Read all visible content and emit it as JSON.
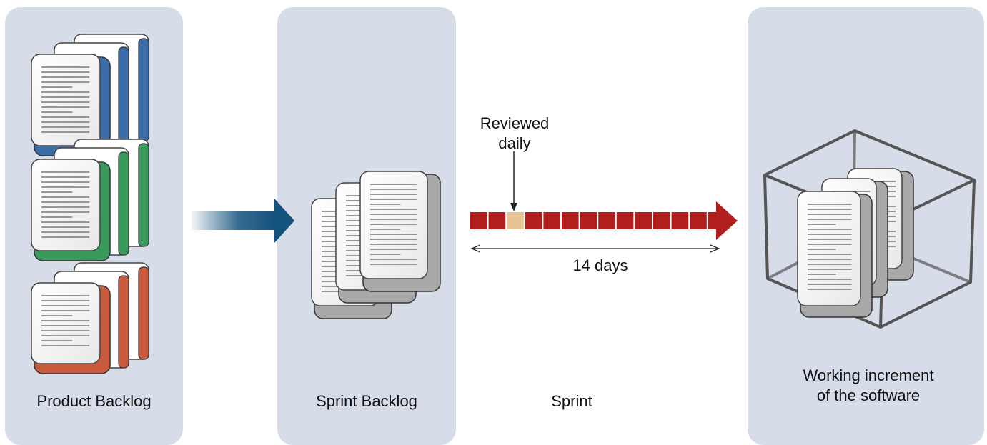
{
  "labels": {
    "product_backlog": "Product Backlog",
    "sprint_backlog": "Sprint Backlog",
    "sprint": "Sprint",
    "reviewed_line1": "Reviewed",
    "reviewed_line2": "daily",
    "duration": "14 days",
    "increment_line1": "Working increment",
    "increment_line2": "of the software"
  },
  "colors": {
    "panel": "#d6dce8",
    "blue_card": "#3b6ea8",
    "green_card": "#3a9a5b",
    "red_card": "#c95a3c",
    "sprint_day": "#b21e1e",
    "reviewed_day": "#e8c393",
    "flow_arrow": "#14527e",
    "box_frame": "#555555"
  },
  "sprint": {
    "total_days": 14,
    "highlighted_day": 3
  }
}
